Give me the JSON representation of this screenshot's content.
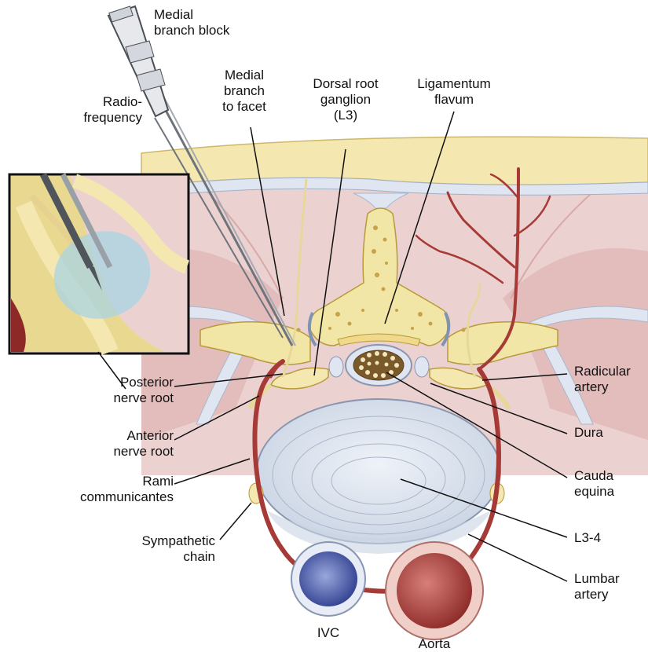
{
  "labels": {
    "medial_branch_block": [
      "Medial",
      "branch block"
    ],
    "radiofrequency": [
      "Radio-",
      "frequency"
    ],
    "medial_branch_to_facet": [
      "Medial",
      "branch",
      "to facet"
    ],
    "dorsal_root_ganglion": [
      "Dorsal root",
      "ganglion",
      "(L3)"
    ],
    "ligamentum_flavum": [
      "Ligamentum",
      "flavum"
    ],
    "posterior_nerve_root": [
      "Posterior",
      "nerve root"
    ],
    "anterior_nerve_root": [
      "Anterior",
      "nerve root"
    ],
    "rami_communicantes": [
      "Rami",
      "communicantes"
    ],
    "sympathetic_chain": [
      "Sympathetic",
      "chain"
    ],
    "radicular_artery": [
      "Radicular",
      "artery"
    ],
    "dura": [
      "Dura"
    ],
    "cauda_equina": [
      "Cauda",
      "equina"
    ],
    "l3_4": [
      "L3-4"
    ],
    "lumbar_artery": [
      "Lumbar",
      "artery"
    ],
    "ivc": [
      "IVC"
    ],
    "aorta": [
      "Aorta"
    ]
  },
  "colors": {
    "bone": "#f2e6a6",
    "bone_dark": "#b89a3a",
    "fat": "#f4e7b0",
    "muscle": "#ecd0d0",
    "muscle_dark": "#d9a9a9",
    "fascia": "#dde6f2",
    "disc": "#dfe6f0",
    "artery": "#a63a36",
    "ivc": "#3b4fa0",
    "needle": "#8a8f98",
    "inset_highlight": "#a9d4e3"
  }
}
